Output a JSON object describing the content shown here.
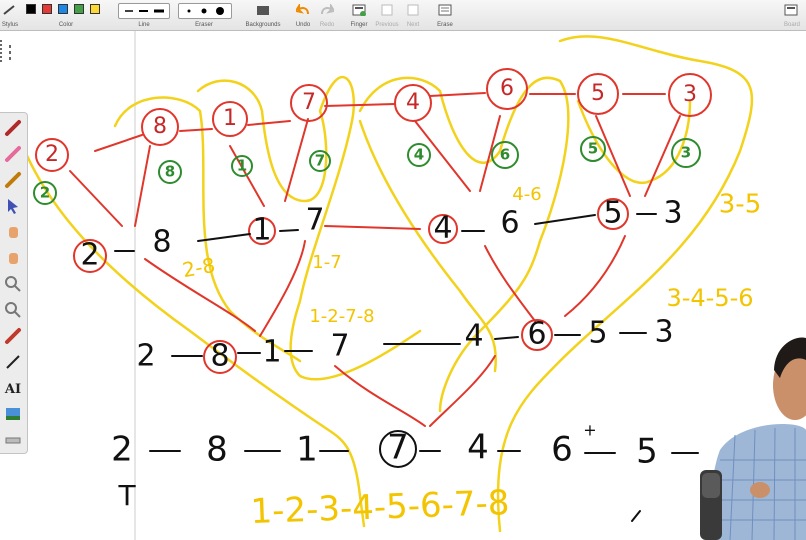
{
  "toolbar": {
    "labels": {
      "stylus": "Stylus",
      "color": "Color",
      "line": "Line",
      "eraser": "Eraser",
      "backgrounds": "Backgrounds",
      "undo": "Undo",
      "redo": "Redo",
      "finger": "Finger",
      "previous": "Previous",
      "next": "Next",
      "erase": "Erase",
      "board": "Board"
    },
    "palette": [
      "#000000",
      "#e53935",
      "#1e88e5",
      "#43a047",
      "#fdd835"
    ]
  },
  "side_tools": [
    "brush-icon",
    "eraser-icon",
    "marker-icon",
    "pointer-icon",
    "hand-icon",
    "hand-icon",
    "zoom-in-icon",
    "zoom-out-icon",
    "eyedropper-icon",
    "line-icon",
    "text-icon",
    "image-icon",
    "ruler-icon"
  ],
  "board": {
    "top_nodes": [
      "2",
      "8",
      "1",
      "7",
      "4",
      "6",
      "5",
      "3"
    ],
    "top_sizes": [
      "2",
      "8",
      "1",
      "7",
      "4",
      "6",
      "5",
      "3"
    ],
    "level2_left": [
      "2",
      "8",
      "1",
      "7"
    ],
    "level2_right": [
      "4",
      "6",
      "5",
      "3"
    ],
    "level3": [
      "2",
      "8",
      "1",
      "7",
      "4",
      "6",
      "5",
      "3"
    ],
    "level4": [
      "2",
      "8",
      "1",
      "7",
      "4",
      "6",
      "5"
    ],
    "under_2": "T",
    "note_2_8": "2-8",
    "note_1_7": "1-7",
    "note_1_2_7_8": "1-2-7-8",
    "note_4_6": "4-6",
    "note_3_5": "3-5",
    "note_3_4_5_6": "3-4-5-6",
    "sorted_line": "1-2-3-4-5-6-7-8"
  }
}
